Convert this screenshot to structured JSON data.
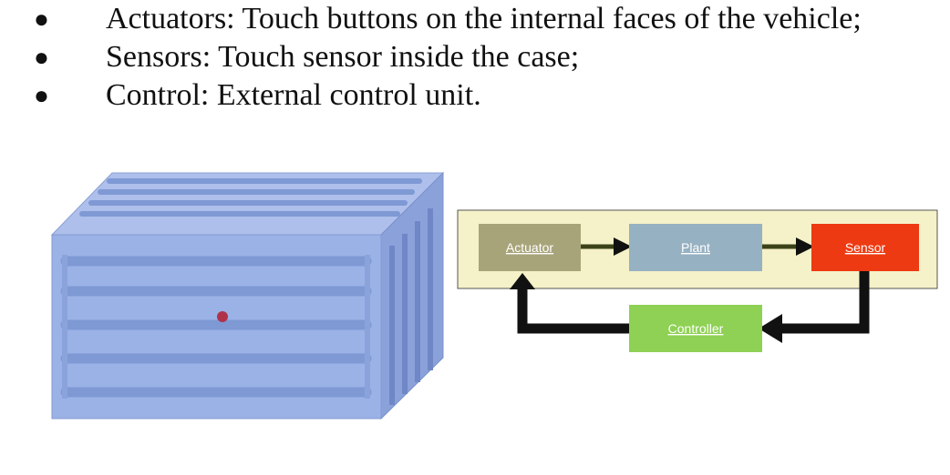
{
  "bullets": [
    {
      "marker": "●",
      "text": "Actuators: Touch buttons on the internal faces of the vehicle;"
    },
    {
      "marker": "●",
      "text": "Sensors: Touch sensor inside the case;"
    },
    {
      "marker": "●",
      "text": "Control: External control unit."
    }
  ],
  "diagram": {
    "actuator_label": "Actuator",
    "plant_label": "Plant",
    "sensor_label": "Sensor",
    "controller_label": "Controller"
  },
  "colors": {
    "case_fill": "#9bb2e6",
    "case_bar": "#7e99d4",
    "panel_bg": "#f5f1c8",
    "actuator": "#a8a47a",
    "plant": "#96b1c2",
    "sensor": "#ee3a12",
    "controller": "#8ed154",
    "touch_button": "#b0324a"
  }
}
